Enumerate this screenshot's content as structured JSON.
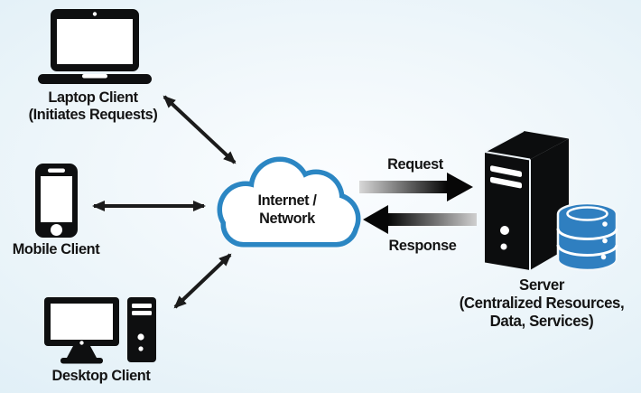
{
  "diagram": {
    "nodes": {
      "laptop": {
        "icon": "laptop-icon",
        "label_line1": "Laptop Client",
        "label_line2": "(Initiates Requests)"
      },
      "mobile": {
        "icon": "smartphone-icon",
        "label": "Mobile Client"
      },
      "desktop": {
        "icon": "desktop-computer-icon",
        "label": "Desktop Client"
      },
      "cloud": {
        "icon": "cloud-icon",
        "label_line1": "Internet /",
        "label_line2": "Network"
      },
      "server": {
        "icons": [
          "server-tower-icon",
          "database-icon"
        ],
        "label_line1": "Server",
        "label_line2": "(Centralized Resources,",
        "label_line3": "Data, Services)"
      }
    },
    "flows": {
      "request_label": "Request",
      "response_label": "Response"
    },
    "connections": [
      {
        "from": "laptop",
        "to": "cloud",
        "style": "double-headed-arrow"
      },
      {
        "from": "mobile",
        "to": "cloud",
        "style": "double-headed-arrow"
      },
      {
        "from": "desktop",
        "to": "cloud",
        "style": "double-headed-arrow"
      },
      {
        "from": "cloud",
        "to": "server",
        "style": "thick-gradient-arrow",
        "label": "Request"
      },
      {
        "from": "server",
        "to": "cloud",
        "style": "thick-gradient-arrow",
        "label": "Response"
      }
    ],
    "colors": {
      "background_light": "#fbfdff",
      "background_edge": "#dcedf6",
      "icon_black": "#0e0f10",
      "cloud_stroke_blue": "#2b86c3",
      "database_blue": "#2f7fc0",
      "text": "#141414",
      "arrow_gradient_gray": "#d8d8d8"
    }
  }
}
